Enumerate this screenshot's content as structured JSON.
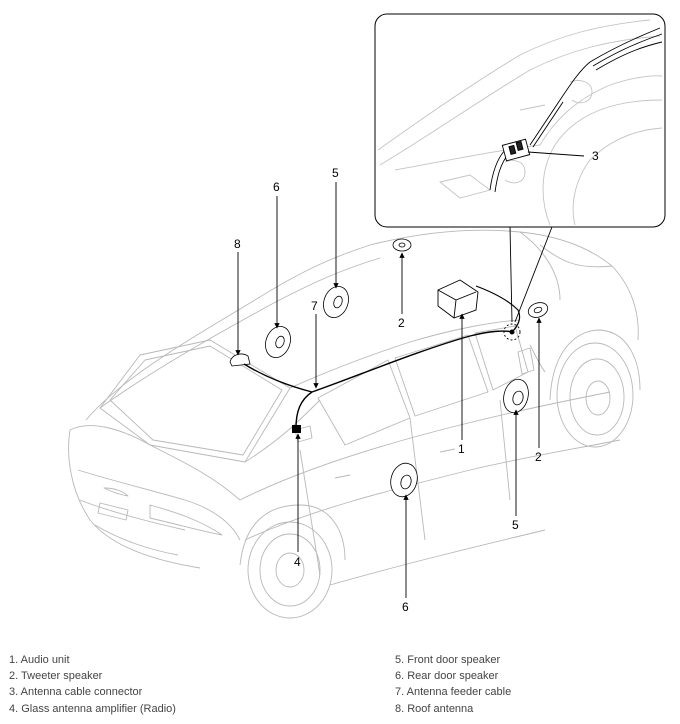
{
  "callouts": {
    "audio_unit": "1",
    "tweeter_left": "2",
    "tweeter_right": "2",
    "antenna_connector": "3",
    "glass_antenna_amp": "4",
    "front_door_speaker": "5",
    "front_door_speaker_upper": "5",
    "rear_door_speaker": "6",
    "rear_door_speaker_upper": "6",
    "antenna_feeder_cable": "7",
    "roof_antenna": "8"
  },
  "legend": {
    "left": [
      "1. Audio unit",
      "2. Tweeter speaker",
      "3. Antenna cable connector",
      "4. Glass antenna amplifier (Radio)"
    ],
    "right": [
      "5. Front door speaker",
      "6. Rear door speaker",
      "7. Antenna feeder cable",
      "8. Roof antenna"
    ]
  }
}
